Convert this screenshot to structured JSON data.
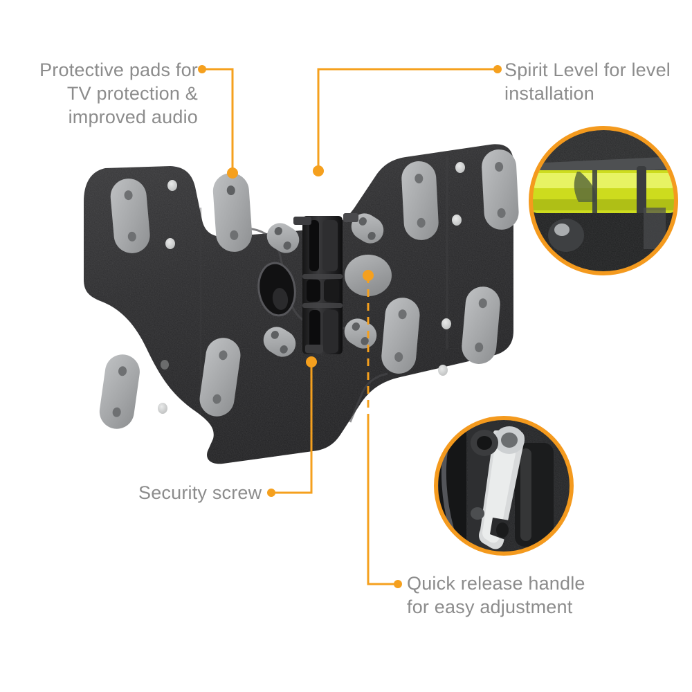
{
  "image": {
    "type": "product-feature-diagram",
    "subject": "TV wall mount bracket plate",
    "background_color": "#ffffff",
    "accent_color": "#F5A01E",
    "label_text_color": "#8c8c8c"
  },
  "callouts": [
    {
      "id": "protective-pads",
      "text": "Protective pads for\nTV protection &\nimproved audio",
      "align": "right",
      "dot_at": "text-right",
      "leader": "right-then-down",
      "target": "upper-left pad on bracket"
    },
    {
      "id": "spirit-level",
      "text": "Spirit Level for level\ninstallation",
      "align": "left",
      "dot_at": "text-left",
      "leader": "up-then-right",
      "target": "top centre notch of bracket"
    },
    {
      "id": "security-screw",
      "text": "Security screw",
      "align": "left",
      "dot_at": "text-right",
      "leader": "right-then-up",
      "target": "lower centre column of bracket"
    },
    {
      "id": "quick-release",
      "text": "Quick release handle\nfor easy adjustment",
      "align": "left",
      "dot_at": "text-left",
      "leader": "dashed-down-then-right",
      "target": "grey circular disc right of centre"
    }
  ],
  "insets": [
    {
      "id": "spirit-level-photo",
      "position": "top-right",
      "shape": "circle",
      "ring_color": "#F49A1E",
      "content": "close-up of yellow-green spirit level bubble vial on black textured plastic"
    },
    {
      "id": "quick-release-photo",
      "position": "bottom-right",
      "shape": "circle",
      "ring_color": "#F49A1E",
      "content": "close-up of silver metal quick-release lever handle on black bracket"
    }
  ],
  "bracket": {
    "shape": "bowtie / X-shaped wall plate",
    "body_color": "#2c2c2e",
    "pad_color": "#a9abad",
    "pad_count": 8,
    "features": [
      "long rounded protective pads with two screw holes each",
      "small angled two-hole pads near centre",
      "grey circular disc (quick release)",
      "oval cut-out left of centre",
      "central vertical slotted column"
    ]
  }
}
